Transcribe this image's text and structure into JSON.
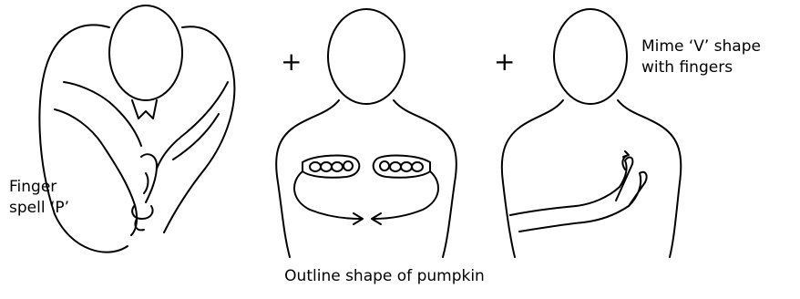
{
  "figure": {
    "panels": [
      {
        "id": "panel-1",
        "caption_lines": [
          "Finger",
          "spell ‘P’"
        ]
      },
      {
        "id": "panel-2",
        "caption_lines": [
          "Outline shape of pumpkin"
        ]
      },
      {
        "id": "panel-3",
        "caption_lines": [
          "Mime ‘V’ shape",
          "with fingers"
        ]
      }
    ],
    "connector_symbol": "+",
    "colors": {
      "line": "#000000",
      "background": "#ffffff"
    }
  }
}
